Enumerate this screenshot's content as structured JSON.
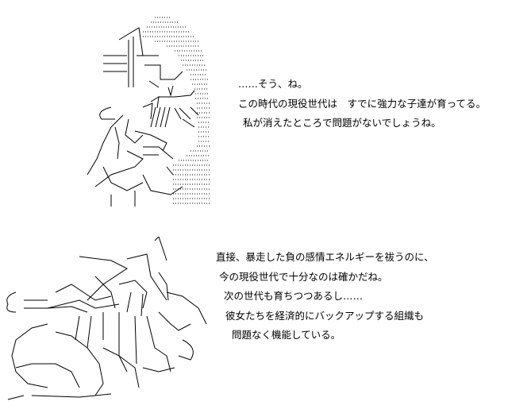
{
  "panel1": {
    "lines": [
      "……そう、ね。",
      "この時代の現役世代は　すでに強力な子達が育ってる。",
      "私が消えたところで問題がないでしょうね。"
    ]
  },
  "panel2": {
    "lines": [
      "直接、暴走した負の感情エネルギーを祓うのに、",
      "今の現役世代で十分なのは確かだね。",
      "次の世代も育ちつつあるし……",
      "彼女たちを経済的にバックアップする組織も",
      "問題なく機能している。"
    ]
  },
  "colors": {
    "background": "#ffffff",
    "text": "#000000"
  }
}
